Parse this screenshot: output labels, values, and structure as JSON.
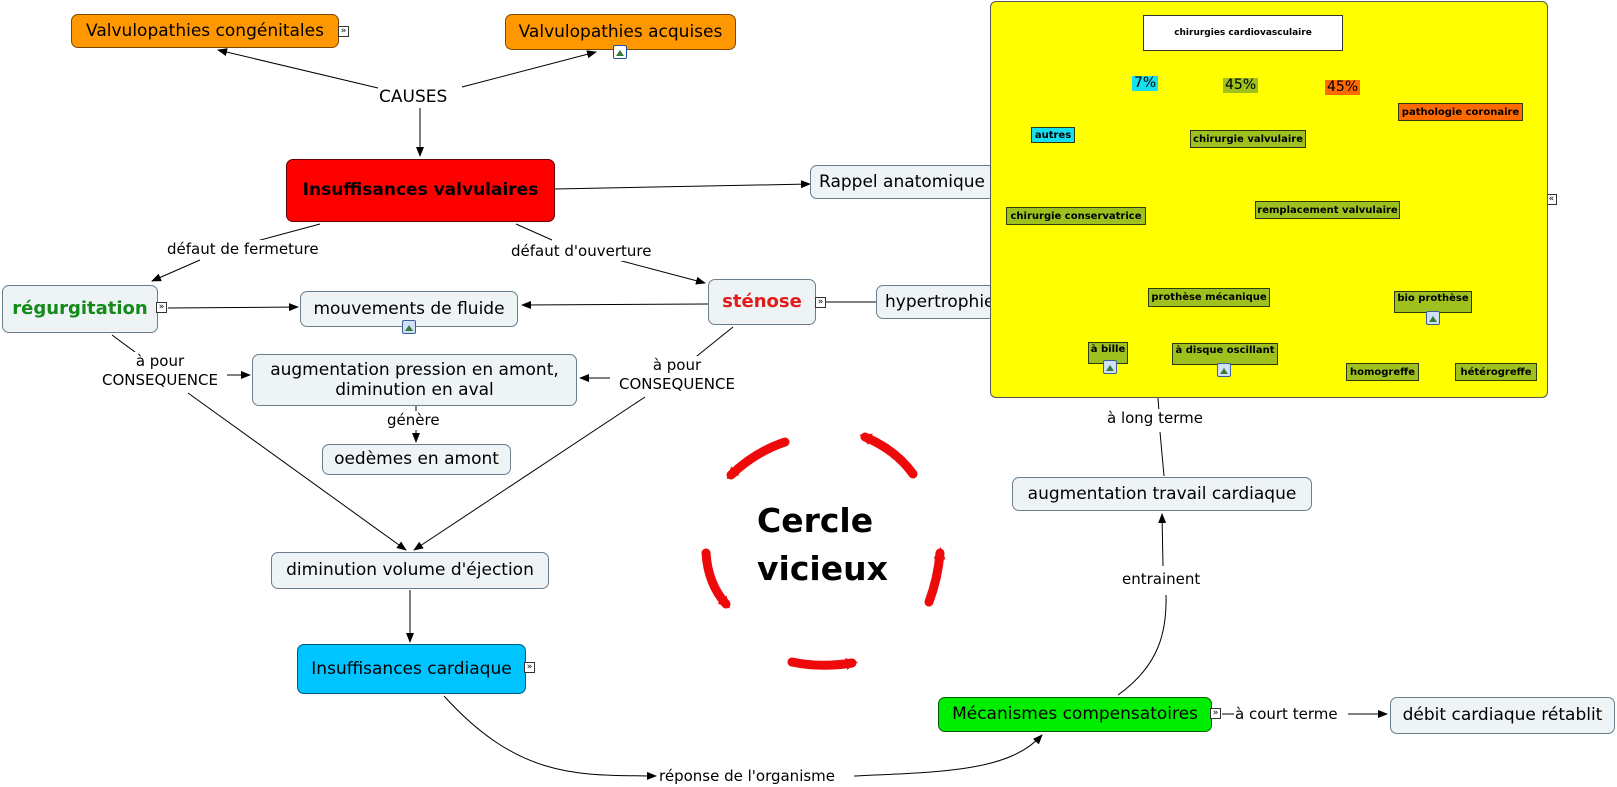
{
  "nodes": {
    "congenital": "Valvulopathies congénitales",
    "acquired": "Valvulopathies acquises",
    "causes": "CAUSES",
    "insuff_valv": "Insuffisances valvulaires",
    "rappel": "Rappel anatomique",
    "regurgitation": "régurgitation",
    "mouvements": "mouvements de fluide",
    "stenose": "sténose",
    "hypertrophie": "hypertrophie",
    "augmentation_pression": "augmentation pression en amont, diminution en aval",
    "oedemes": "oedèmes en amont",
    "diminution_volume": "diminution volume d'éjection",
    "insuff_card": "Insuffisances cardiaque",
    "cercle": "Cercle vicieux",
    "mecanismes": "Mécanismes compensatoires",
    "debit": "débit cardiaque rétablit",
    "travail": "augmentation travail cardiaque"
  },
  "link_labels": {
    "defaut_fermeture": "défaut de fermeture",
    "defaut_ouverture": "défaut d'ouverture",
    "consequence_left": "à pour CONSEQUENCE",
    "consequence_right": "à pour CONSEQUENCE",
    "genere": "génère",
    "reponse": "réponse de l'organisme",
    "court_terme": "à court terme",
    "entrainent": "entrainent",
    "long_terme": "à long terme"
  },
  "surgery_panel": {
    "root": "chirurgies cardiovasculaire",
    "pct_autres": "7%",
    "pct_valvulaire": "45%",
    "pct_coronaire": "45%",
    "autres": "autres",
    "valvulaire": "chirurgie valvulaire",
    "coronaire": "pathologie coronaire",
    "conservatrice": "chirurgie conservatrice",
    "remplacement": "remplacement valvulaire",
    "mecanique": "prothèse mécanique",
    "bio": "bio prothèse",
    "bille": "à bille",
    "disque": "à disque oscillant",
    "homogreffe": "homogreffe",
    "heterogreffe": "hétérogreffe"
  },
  "icons": {
    "expand": "expand-arrows-icon",
    "image": "image-icon",
    "concept_map": "concept-map-icon",
    "collapse": "collapse-arrows-icon"
  },
  "colors": {
    "orange": "#ff9800",
    "red": "#ff0000",
    "cyan": "#00c4ff",
    "green": "#00ee00",
    "yellow": "#ffff00",
    "olive": "#9fc11d",
    "node_bg": "#eef3f5"
  }
}
